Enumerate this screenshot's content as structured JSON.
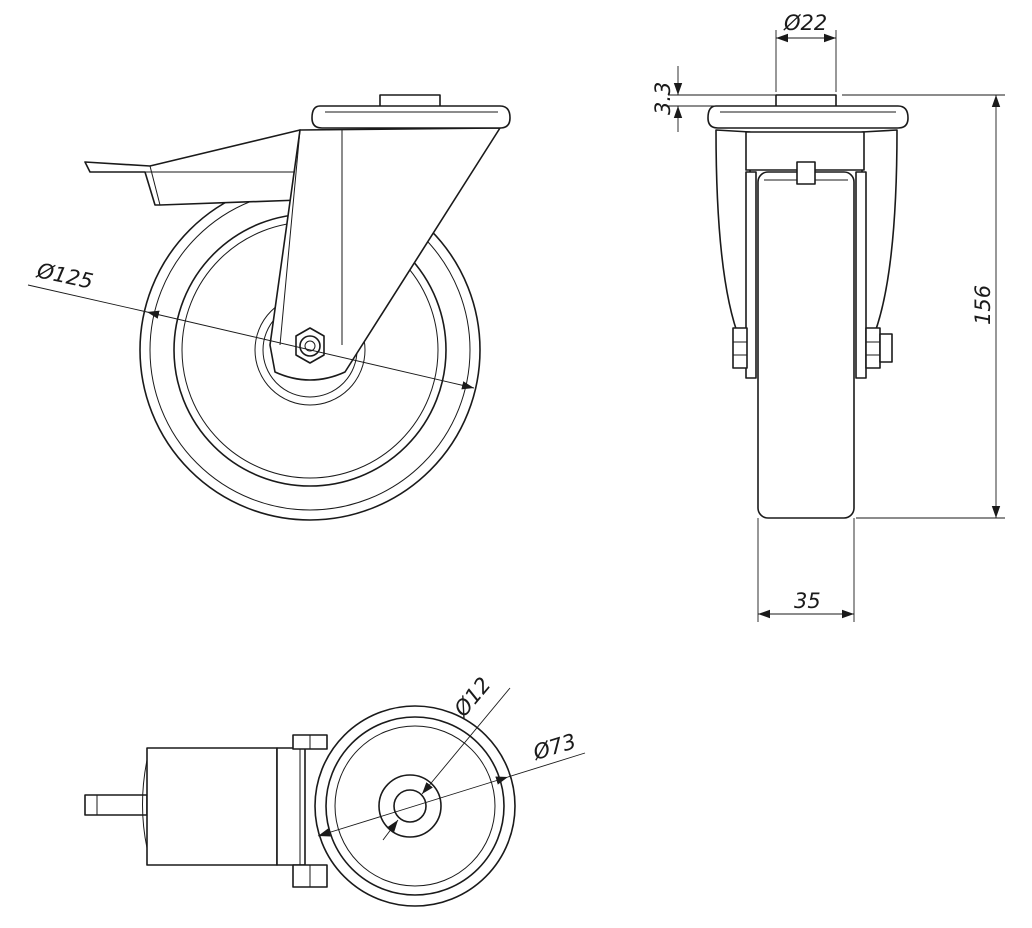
{
  "dimensions": {
    "wheel_diameter": "Ø125",
    "plate_bolt_diameter": "Ø22",
    "plate_thickness": "3.3",
    "overall_height": "156",
    "wheel_width": "35",
    "axle_diameter": "Ø12",
    "hub_diameter": "Ø73"
  },
  "colors": {
    "line": "#1a1a1a",
    "background": "#ffffff"
  }
}
